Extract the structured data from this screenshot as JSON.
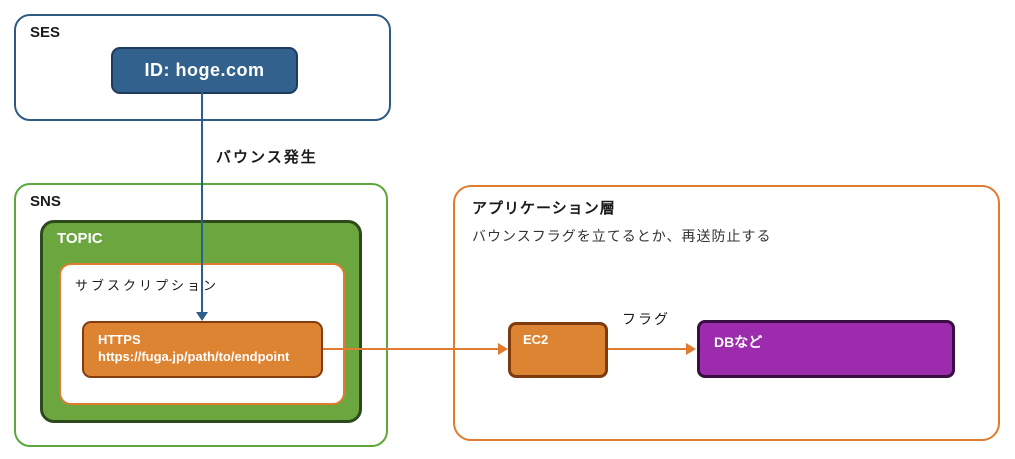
{
  "diagram": {
    "ses": {
      "label": "SES",
      "identity_label": "ID: hoge.com"
    },
    "bounce_arrow": {
      "label": "バウンス発生"
    },
    "sns": {
      "label": "SNS",
      "topic": {
        "label": "TOPIC",
        "subscription": {
          "label": "サブスクリプション",
          "endpoint": {
            "protocol": "HTTPS",
            "url": "https://fuga.jp/path/to/endpoint"
          }
        }
      }
    },
    "app_layer": {
      "title": "アプリケーション層",
      "description": "バウンスフラグを立てるとか、再送防止する",
      "ec2_label": "EC2",
      "flag_arrow_label": "フラグ",
      "db_label": "DBなど"
    },
    "colors": {
      "blue_fill": "#31618C",
      "blue_border": "#1F3A5C",
      "blue_arrow": "#2E5F8C",
      "sns_border_green": "#5CA83C",
      "topic_fill_green": "#6CA63E",
      "topic_border_green": "#2E4A1D",
      "orange_fill": "#DD8433",
      "orange_border_dark": "#843C0C",
      "orange_accent": "#E07B2F",
      "purple_fill": "#9C2BAD",
      "purple_border_dark": "#390F42",
      "text": "#1A1A1A",
      "text_on_fill": "#FFFFFF"
    }
  }
}
